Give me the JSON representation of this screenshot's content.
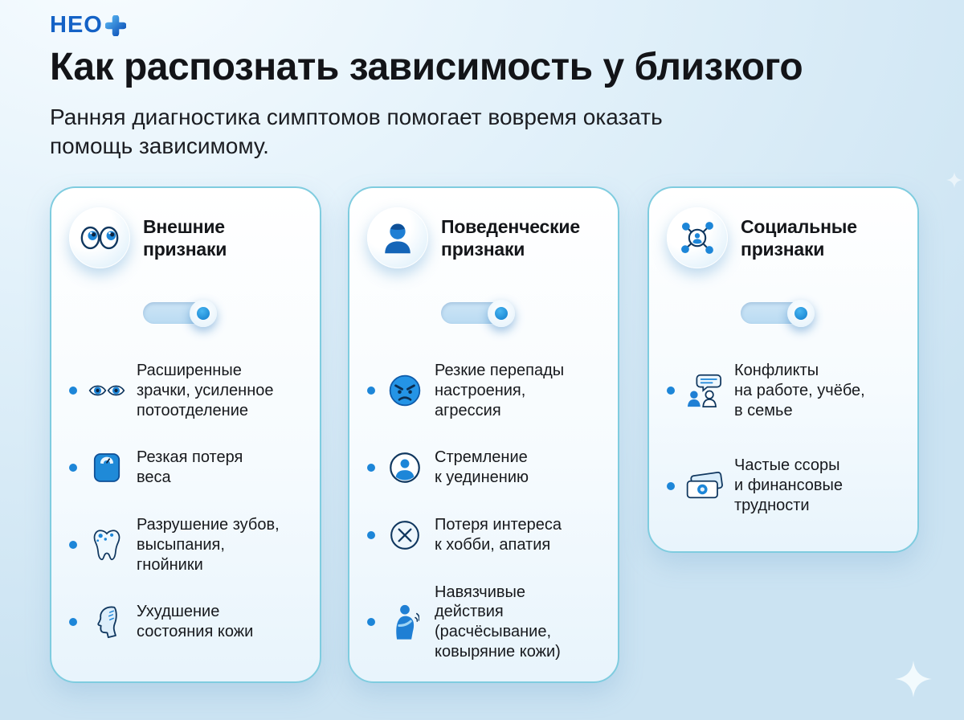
{
  "logo": {
    "text": "НЕО",
    "plus": "+"
  },
  "header": {
    "title": "Как распознать зависимость у близкого",
    "subtitle": "Ранняя диагностика симптомов помогает вовремя оказать\nпомощь зависимому."
  },
  "colors": {
    "accent": "#1d86d8",
    "accent_dark": "#10375f",
    "card_border": "#7fccdf",
    "background_top": "#f7fcff",
    "background_bottom": "#cbe3f2",
    "text": "#16181c"
  },
  "cards": [
    {
      "title": "Внешние\nпризнаки",
      "header_icon": "eyes-icon",
      "toggle_on": true,
      "items": [
        {
          "icon": "dilated-pupils-icon",
          "text": "Расширенные\nзрачки, усиленное\nпотоотделение"
        },
        {
          "icon": "weight-scale-icon",
          "text": "Резкая потеря\nвеса"
        },
        {
          "icon": "tooth-icon",
          "text": "Разрушение зубов,\nвысыпания,\nгнойники"
        },
        {
          "icon": "face-skin-icon",
          "text": "Ухудшение\nсостояния кожи"
        }
      ]
    },
    {
      "title": "Поведенческие\nпризнаки",
      "header_icon": "person-icon",
      "toggle_on": true,
      "items": [
        {
          "icon": "angry-face-icon",
          "text": "Резкие перепады\nнастроения,\nагрессия"
        },
        {
          "icon": "solitude-person-icon",
          "text": "Стремление\nк уединению"
        },
        {
          "icon": "crossed-circle-icon",
          "text": "Потеря интереса\nк хобби, апатия"
        },
        {
          "icon": "scratching-icon",
          "text": "Навязчивые\nдействия\n(расчёсывание,\nковыряние кожи)"
        }
      ]
    },
    {
      "title": "Социальные\nпризнаки",
      "header_icon": "social-network-icon",
      "toggle_on": true,
      "items": [
        {
          "icon": "work-conflict-icon",
          "text": "Конфликты\nна работе, учёбе,\nв семье"
        },
        {
          "icon": "money-icon",
          "text": "Частые ссоры\nи финансовые\nтрудности"
        }
      ]
    }
  ]
}
